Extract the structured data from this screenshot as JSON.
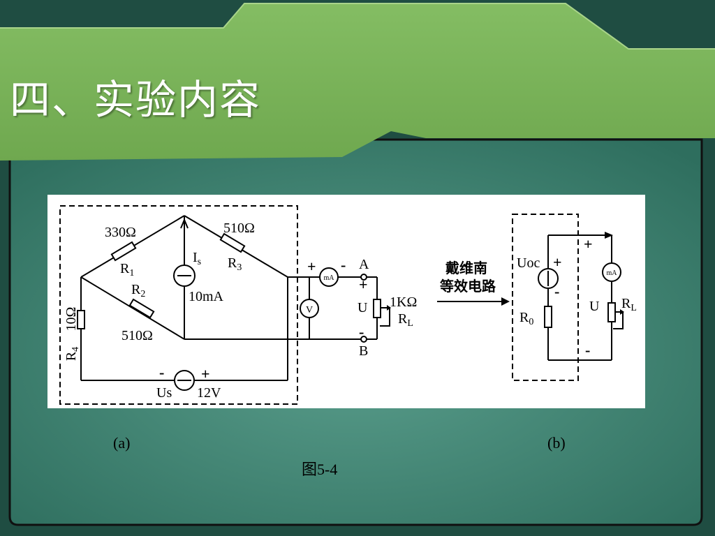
{
  "slide": {
    "title": "四、实验内容"
  },
  "circuit_a": {
    "r1_value": "330Ω",
    "r1_name": "R",
    "r1_sub": "1",
    "r2_value": "510Ω",
    "r2_name": "R",
    "r2_sub": "2",
    "r3_value": "510Ω",
    "r3_name": "R",
    "r3_sub": "3",
    "r4_value": "10Ω",
    "r4_name": "R",
    "r4_sub": "4",
    "is_name": "I",
    "is_sub": "s",
    "is_value": "10mA",
    "us_name": "Us",
    "us_value": "12V",
    "ammeter": "mA",
    "voltmeter": "V",
    "node_a": "A",
    "node_b": "B",
    "voltage": "U",
    "rl_value": "1KΩ",
    "rl_name": "R",
    "rl_sub": "L",
    "plus": "+",
    "minus": "-"
  },
  "arrow_label_line1": "戴维南",
  "arrow_label_line2": "等效电路",
  "circuit_b": {
    "uoc": "Uoc",
    "r0_name": "R",
    "r0_sub": "0",
    "voltage": "U",
    "rl_name": "R",
    "rl_sub": "L",
    "ammeter": "mA",
    "plus": "+",
    "minus": "-"
  },
  "captions": {
    "a": "(a)",
    "b": "(b)",
    "figure": "图5-4"
  },
  "colors": {
    "green_band": "#7bb35a",
    "board": "#3f8a76",
    "frame": "#1a1a1a"
  }
}
